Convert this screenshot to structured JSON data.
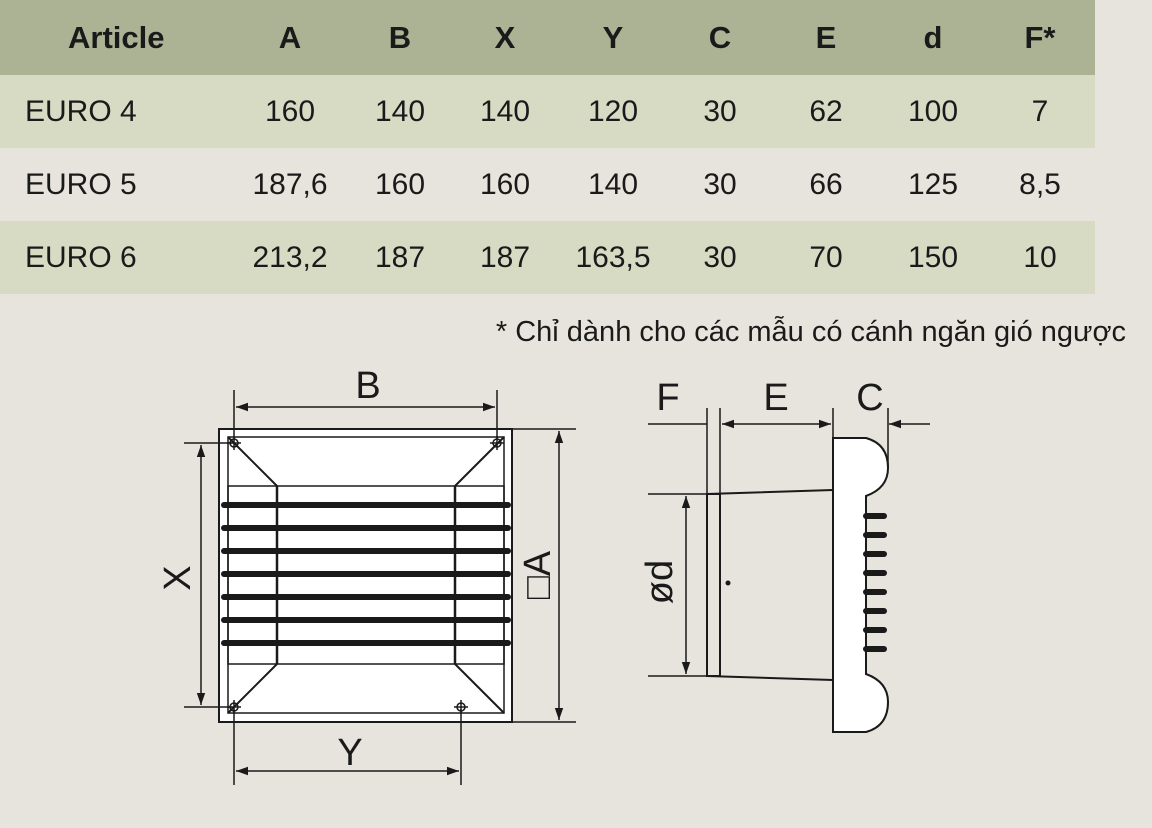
{
  "table": {
    "headers": [
      "Article",
      "A",
      "B",
      "X",
      "Y",
      "C",
      "E",
      "d",
      "F*"
    ],
    "rows": [
      [
        "EURO 4",
        "160",
        "140",
        "140",
        "120",
        "30",
        "62",
        "100",
        "7"
      ],
      [
        "EURO 5",
        "187,6",
        "160",
        "160",
        "140",
        "30",
        "66",
        "125",
        "8,5"
      ],
      [
        "EURO 6",
        "213,2",
        "187",
        "187",
        "163,5",
        "30",
        "70",
        "150",
        "10"
      ]
    ]
  },
  "footnote": "* Chỉ dành cho các mẫu có cánh ngăn gió ngược",
  "diagram": {
    "front_labels": {
      "b": "B",
      "x": "X",
      "y": "Y",
      "a": "□A"
    },
    "side_labels": {
      "f": "F",
      "e": "E",
      "c": "C",
      "d": "ød"
    }
  },
  "colors": {
    "header_bg": "#acb394",
    "row_tint": "#d7dbc4",
    "page_bg": "#e6e4dc"
  }
}
